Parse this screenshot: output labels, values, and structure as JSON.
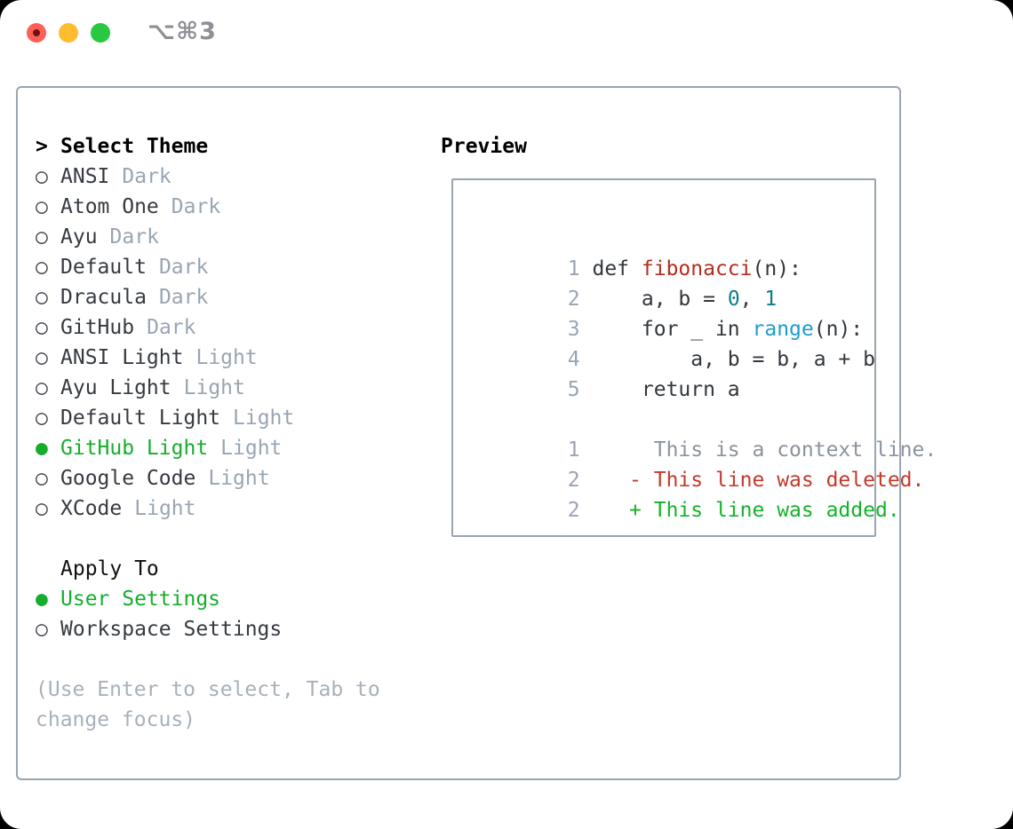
{
  "window": {
    "title": "⌥⌘3",
    "controls": {
      "close": "red-circle",
      "minimize": "yellow-circle",
      "zoom": "green-circle",
      "close_has_unsaved_dot": true
    }
  },
  "colors": {
    "accent_green": "#16ad2e",
    "added_green": "#13b32a",
    "deleted_red": "#c23a29",
    "function_red": "#b32d20",
    "constant_teal": "#0e7e8a",
    "builtin_blue": "#1e9cd0",
    "muted_gray": "#9aa5b2",
    "hint_gray": "#a8b1ba",
    "context_gray": "#8b939c",
    "text_dark": "#32373c",
    "border_gray": "#9aa5b1",
    "traffic_red": "#ff5f57",
    "traffic_yellow": "#febc2e",
    "traffic_green": "#28c840"
  },
  "theme_list": {
    "prefix": ">",
    "header": "Select Theme",
    "header_cls": "trow hdr",
    "items": [
      {
        "bullet": "○",
        "name": "ANSI",
        "variant": "Dark",
        "cls": "trow"
      },
      {
        "bullet": "○",
        "name": "Atom One",
        "variant": "Dark",
        "cls": "trow"
      },
      {
        "bullet": "○",
        "name": "Ayu",
        "variant": "Dark",
        "cls": "trow"
      },
      {
        "bullet": "○",
        "name": "Default",
        "variant": "Dark",
        "cls": "trow"
      },
      {
        "bullet": "○",
        "name": "Dracula",
        "variant": "Dark",
        "cls": "trow"
      },
      {
        "bullet": "○",
        "name": "GitHub",
        "variant": "Dark",
        "cls": "trow"
      },
      {
        "bullet": "○",
        "name": "ANSI Light",
        "variant": "Light",
        "cls": "trow"
      },
      {
        "bullet": "○",
        "name": "Ayu Light",
        "variant": "Light",
        "cls": "trow"
      },
      {
        "bullet": "○",
        "name": "Default Light",
        "variant": "Light",
        "cls": "trow"
      },
      {
        "bullet": "●",
        "name": "GitHub Light",
        "variant": "Light",
        "cls": "trow sel"
      },
      {
        "bullet": "○",
        "name": "Google Code",
        "variant": "Light",
        "cls": "trow"
      },
      {
        "bullet": "○",
        "name": "XCode",
        "variant": "Light",
        "cls": "trow"
      }
    ]
  },
  "apply_to": {
    "header": "Apply To",
    "header_cls": "trow hdr2",
    "header_indent": " ",
    "items": [
      {
        "bullet": "●",
        "name": "User Settings",
        "cls": "trow sel"
      },
      {
        "bullet": "○",
        "name": "Workspace Settings",
        "cls": "trow"
      }
    ]
  },
  "hint": {
    "line1": "(Use Enter to select, Tab to",
    "line2": "change focus)"
  },
  "preview": {
    "title": "Preview",
    "lines": [
      {
        "segs": [
          {
            "t": "1 ",
            "c": "ln"
          },
          {
            "t": "def ",
            "c": "code"
          },
          {
            "t": "fibonacci",
            "c": "fn"
          },
          {
            "t": "(n):",
            "c": "code"
          }
        ]
      },
      {
        "segs": [
          {
            "t": "2 ",
            "c": "ln"
          },
          {
            "t": "    a, b = ",
            "c": "code"
          },
          {
            "t": "0",
            "c": "num"
          },
          {
            "t": ", ",
            "c": "code"
          },
          {
            "t": "1",
            "c": "num"
          }
        ]
      },
      {
        "segs": [
          {
            "t": "3 ",
            "c": "ln"
          },
          {
            "t": "    for _ in ",
            "c": "code"
          },
          {
            "t": "range",
            "c": "bi"
          },
          {
            "t": "(n):",
            "c": "code"
          }
        ]
      },
      {
        "segs": [
          {
            "t": "4 ",
            "c": "ln"
          },
          {
            "t": "        a, b = b, a + b",
            "c": "code"
          }
        ]
      },
      {
        "segs": [
          {
            "t": "5 ",
            "c": "ln"
          },
          {
            "t": "    return a",
            "c": "code"
          }
        ]
      },
      {
        "segs": [
          {
            "t": "",
            "c": "code"
          }
        ]
      },
      {
        "segs": [
          {
            "t": "1",
            "c": "ln"
          },
          {
            "t": "      This is a context line.",
            "c": "ctx"
          }
        ]
      },
      {
        "segs": [
          {
            "t": "2",
            "c": "ln"
          },
          {
            "t": "    - This line was deleted.",
            "c": "del"
          }
        ]
      },
      {
        "segs": [
          {
            "t": "2",
            "c": "ln"
          },
          {
            "t": "    + This line was added.",
            "c": "add"
          }
        ]
      }
    ]
  }
}
